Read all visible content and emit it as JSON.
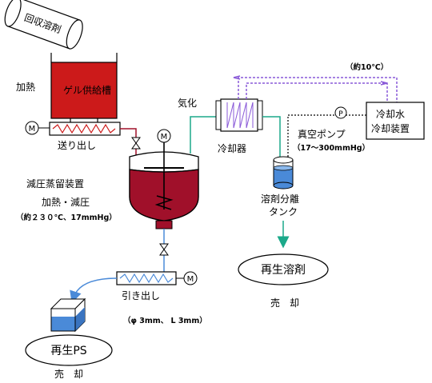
{
  "labels": {
    "recovered_solvent": "回収溶剤",
    "heating": "加熱",
    "gel_tank": "ゲル供給槽",
    "feed_out": "送り出し",
    "motor": "M",
    "evaporator": "減圧蒸留装置",
    "heat_vacuum": "加熱・減圧",
    "conditions": "（約２３０℃、17mmHg）",
    "vaporize": "気化",
    "condenser": "冷却器",
    "approx_temp": "（約10℃）",
    "chiller_line1": "冷却水",
    "chiller_line2": "冷却装置",
    "pressure": "P",
    "vacuum_pump": "真空ポンプ",
    "pump_range": "（17～300mmHg）",
    "separator_line1": "溶剤分離",
    "separator_line2": "タンク",
    "regen_solvent": "再生溶剤",
    "sale_solvent": "売　却",
    "extract": "引き出し",
    "pellet_size": "（φ 3mm、 L 3mm）",
    "regen_ps": "再生PS",
    "sale_ps": "売　却"
  },
  "colors": {
    "gel_red": "#cc1a1a",
    "melt_red": "#a0102a",
    "vapor_teal": "#1ba98a",
    "coolant_purple": "#8a5ad8",
    "ps_blue": "#4a8ad8",
    "outline": "#000000"
  }
}
